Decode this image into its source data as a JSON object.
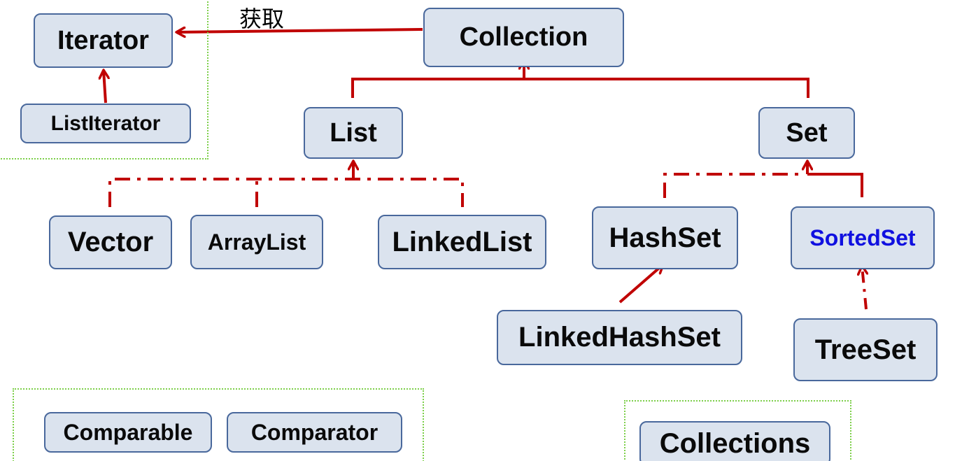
{
  "colors": {
    "box_fill": "#dbe3ee",
    "box_border": "#49689c",
    "text": "#0a0a0a",
    "highlight_text": "#1010e0",
    "edge": "#c00000",
    "group_border": "#7dcf4a"
  },
  "nodes": {
    "iterator": "Iterator",
    "list_iterator": "ListIterator",
    "collection": "Collection",
    "list": "List",
    "set": "Set",
    "vector": "Vector",
    "array_list": "ArrayList",
    "linked_list": "LinkedList",
    "hash_set": "HashSet",
    "sorted_set": "SortedSet",
    "linked_hash_set": "LinkedHashSet",
    "tree_set": "TreeSet",
    "comparable": "Comparable",
    "comparator": "Comparator",
    "collections": "Collections"
  },
  "edges": [
    {
      "from": "collection",
      "to": "iterator",
      "style": "solid",
      "label": "获取"
    },
    {
      "from": "list_iterator",
      "to": "iterator",
      "style": "solid"
    },
    {
      "from": "list",
      "to": "collection",
      "style": "solid"
    },
    {
      "from": "set",
      "to": "collection",
      "style": "solid"
    },
    {
      "from": "vector",
      "to": "list",
      "style": "dash-dot"
    },
    {
      "from": "array_list",
      "to": "list",
      "style": "dash-dot"
    },
    {
      "from": "linked_list",
      "to": "list",
      "style": "dash-dot"
    },
    {
      "from": "hash_set",
      "to": "set",
      "style": "dash-dot"
    },
    {
      "from": "sorted_set",
      "to": "set",
      "style": "solid"
    },
    {
      "from": "linked_hash_set",
      "to": "hash_set",
      "style": "solid"
    },
    {
      "from": "tree_set",
      "to": "sorted_set",
      "style": "dash-dot"
    }
  ]
}
